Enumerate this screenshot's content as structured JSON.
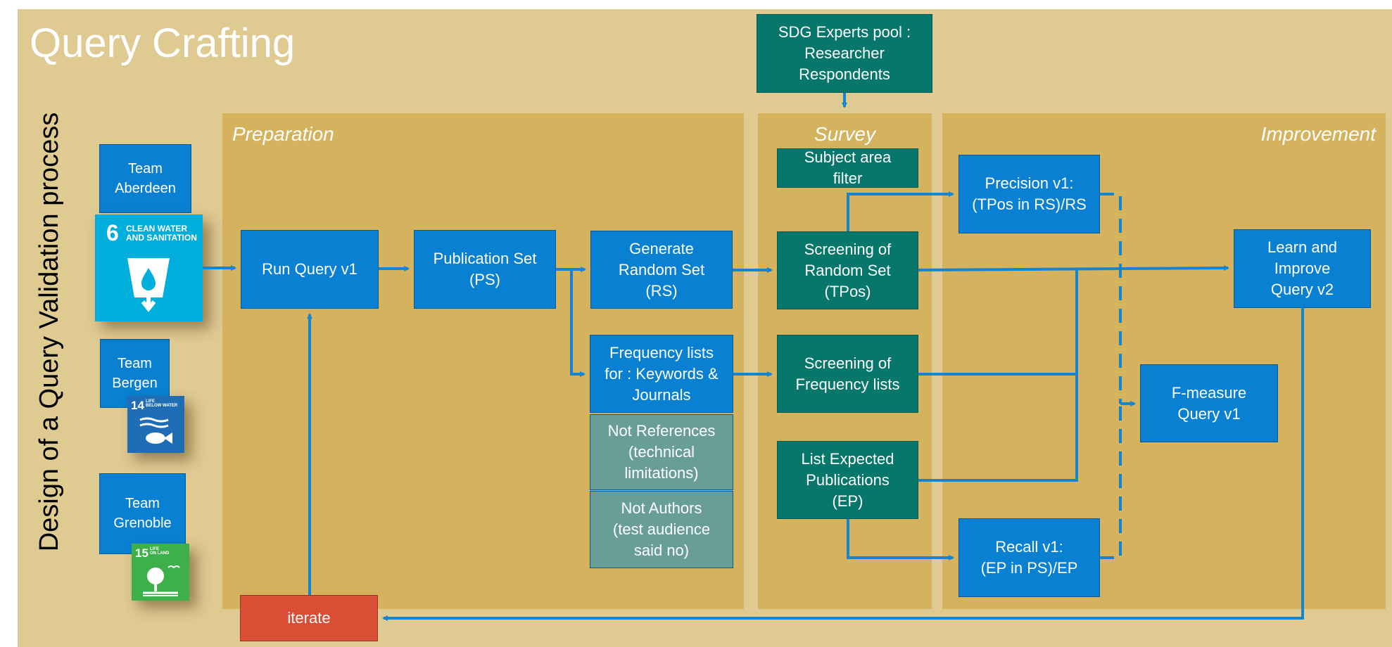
{
  "title": "Query Crafting",
  "vertical_title": "Design of a Query Validation process",
  "panels": {
    "preparation": "Preparation",
    "survey": "Survey",
    "improvement": "Improvement"
  },
  "teams": {
    "aberdeen": "Team\nAberdeen",
    "bergen": "Team\nBergen",
    "grenoble": "Team\nGrenoble"
  },
  "sdg_tiles": {
    "sdg6": {
      "number": "6",
      "label": "CLEAN WATER\nAND SANITATION",
      "color": "#00aedb",
      "icon": "water-cup-icon"
    },
    "sdg14": {
      "number": "14",
      "label": "LIFE\nBELOW WATER",
      "color": "#1f6db5",
      "icon": "fish-icon"
    },
    "sdg15": {
      "number": "15",
      "label": "LIFE\nON LAND",
      "color": "#3eb049",
      "icon": "tree-icon"
    }
  },
  "boxes": {
    "sdg_experts": "SDG Experts pool :\nResearcher\nRespondents",
    "run_query": "Run Query v1",
    "publication_set": "Publication Set\n(PS)",
    "generate_random_set": "Generate\nRandom Set\n(RS)",
    "frequency_lists": "Frequency lists\nfor : Keywords &\nJournals",
    "not_references": "Not References\n(technical\nlimitations)",
    "not_authors": "Not Authors\n(test audience\nsaid no)",
    "subject_area_filter": "Subject area\nfilter",
    "screening_random_set": "Screening of\nRandom Set\n(TPos)",
    "screening_frequency_lists": "Screening of\nFrequency lists",
    "list_expected_publications": "List Expected\nPublications\n(EP)",
    "precision": "Precision v1:\n(TPos in RS)/RS",
    "recall": "Recall v1:\n(EP in PS)/EP",
    "learn_improve": "Learn and\nImprove\nQuery v2",
    "f_measure": "F-measure\nQuery v1",
    "iterate": "iterate"
  },
  "colors": {
    "background": "#dfca92",
    "panel": "#d4b25e",
    "blue_box": "#0980d2",
    "green_box": "#08776b",
    "grey_box": "#699e98",
    "red_box": "#d94e35",
    "arrow": "#1585d0"
  }
}
